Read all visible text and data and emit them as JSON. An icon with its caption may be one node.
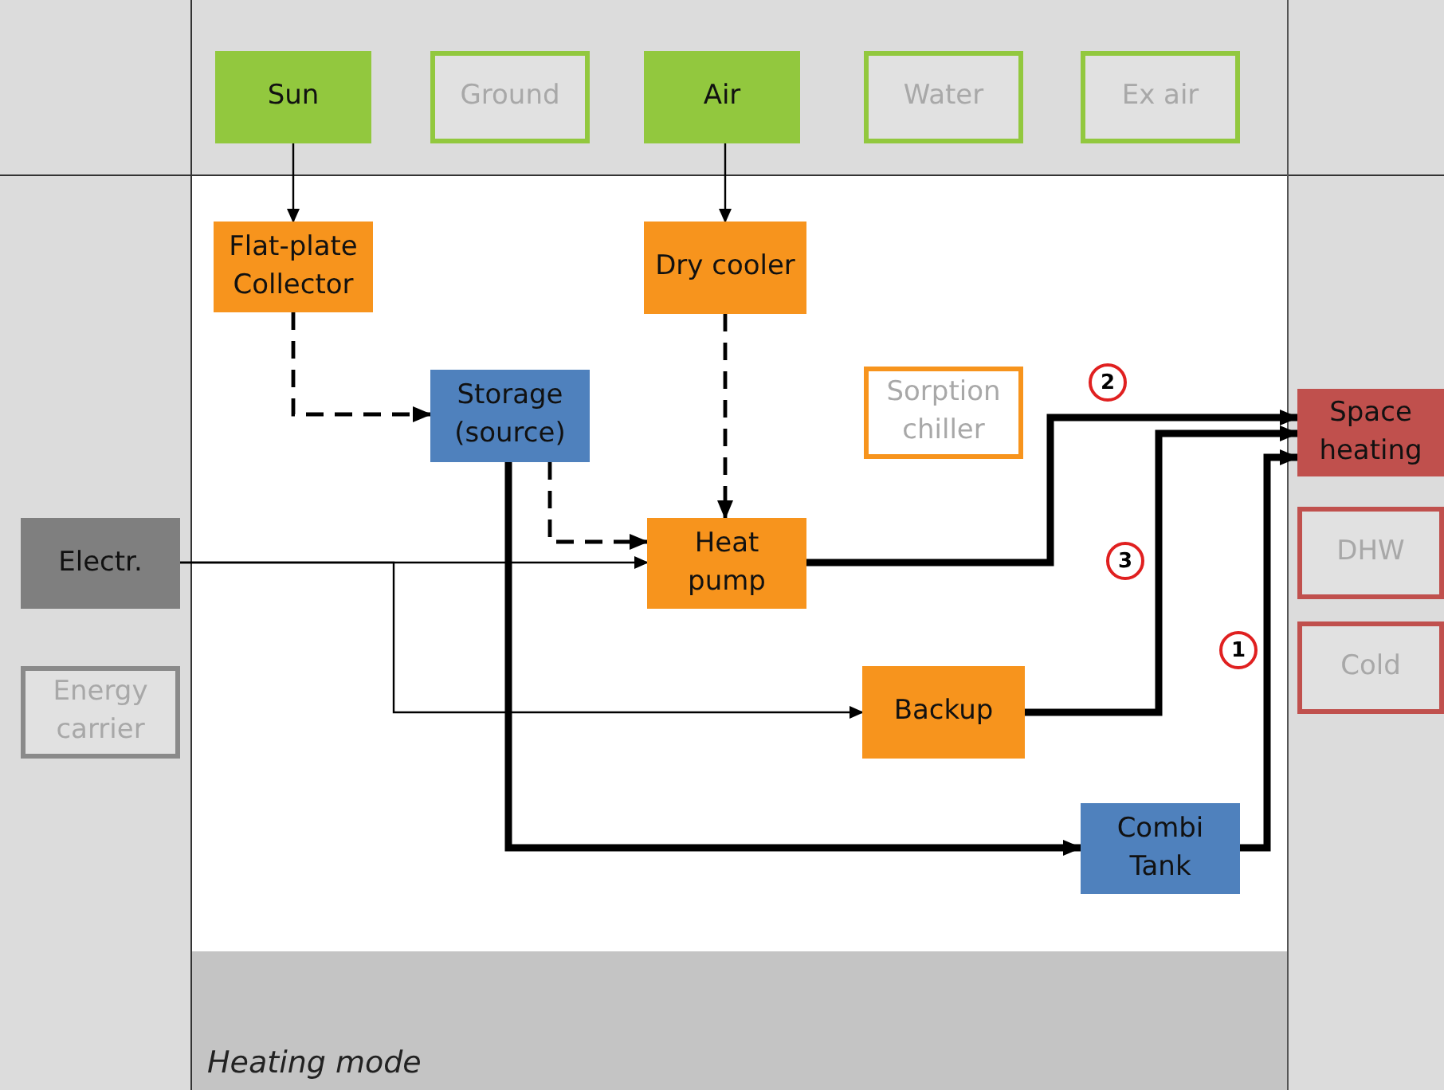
{
  "diagram": {
    "caption": "Heating mode",
    "nodes": [
      {
        "text": [
          "Sun"
        ]
      },
      {
        "text": [
          "Ground"
        ]
      },
      {
        "text": [
          "Air"
        ]
      },
      {
        "text": [
          "Water"
        ]
      },
      {
        "text": [
          "Ex air"
        ]
      },
      {
        "text": [
          "Flat-plate Collector"
        ]
      },
      {
        "text": [
          "Dry cooler"
        ]
      },
      {
        "text": [
          "Storage (source)"
        ]
      },
      {
        "text": [
          "Sorption chiller"
        ]
      },
      {
        "text": [
          "Heat pump"
        ]
      },
      {
        "text": [
          "Backup"
        ]
      },
      {
        "text": [
          "Combi Tank"
        ]
      },
      {
        "text": [
          "Electr."
        ]
      },
      {
        "text": [
          "Energy carrier"
        ]
      },
      {
        "text": [
          "Space heating"
        ]
      },
      {
        "text": [
          "DHW"
        ]
      },
      {
        "text": [
          "Cold"
        ]
      }
    ],
    "edges": [
      {
        "from": 0,
        "to": 5,
        "arrow": "to"
      },
      {
        "from": 2,
        "to": 6,
        "arrow": "to"
      },
      {
        "from": 5,
        "to": 7,
        "arrow": "to",
        "style": "dashed"
      },
      {
        "from": 7,
        "to": 9,
        "arrow": "to",
        "style": "dashed"
      },
      {
        "from": 6,
        "to": 9,
        "arrow": "to",
        "style": "dashed"
      },
      {
        "from": 12,
        "to": 9,
        "arrow": "to"
      },
      {
        "from": 12,
        "to": 10,
        "arrow": "to"
      },
      {
        "from": 7,
        "to": 11,
        "arrow": "to",
        "style": "thick"
      },
      {
        "from": 9,
        "to": 14,
        "arrow": "to",
        "style": "thick"
      },
      {
        "from": 10,
        "to": 14,
        "arrow": "to",
        "style": "thick"
      },
      {
        "from": 11,
        "to": 14,
        "arrow": "to",
        "style": "thick"
      }
    ],
    "labels": [
      "2",
      "3",
      "1"
    ]
  }
}
